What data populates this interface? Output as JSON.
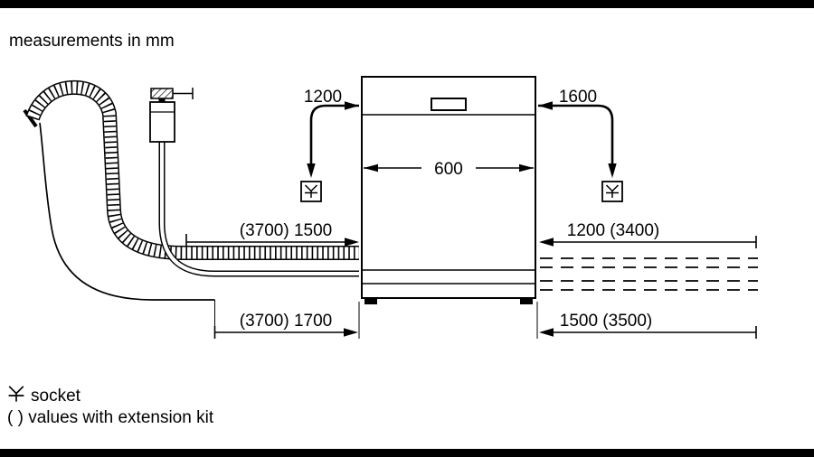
{
  "page": {
    "title": "measurements in mm"
  },
  "colors": {
    "line": "#000000",
    "background": "#ffffff",
    "top_bottom_bars": "#000000"
  },
  "dimensions": {
    "socket_left": "1200",
    "socket_right": "1600",
    "appliance_width": "600",
    "hose_left_upper": "(3700) 1500",
    "hose_right_upper": "1200 (3400)",
    "hose_left_lower": "(3700) 1700",
    "hose_right_lower": "1500 (3500)"
  },
  "legend": {
    "socket_label": "socket",
    "extension_note": "( ) values with extension kit"
  }
}
